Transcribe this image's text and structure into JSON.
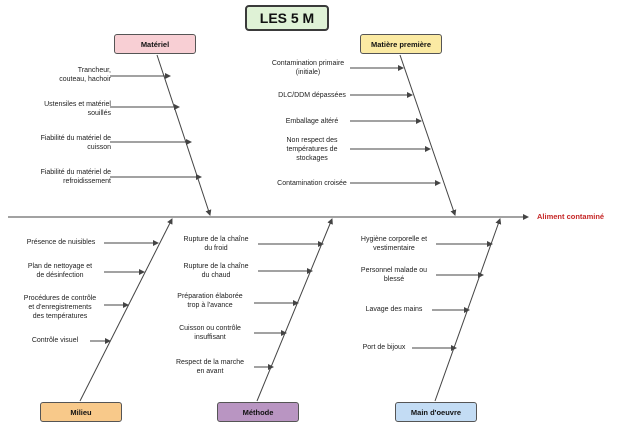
{
  "title": "LES 5 M",
  "result": "Aliment contaminé",
  "categories": {
    "materiel": {
      "label": "Matériel",
      "causes": [
        "Trancheur,\ncouteau, hachoir",
        "Ustensiles et matériel\nsouillés",
        "Fiabilité du matériel de\ncuisson",
        "Fiabilité du matériel de\nrefroidissement"
      ]
    },
    "matiere": {
      "label": "Matière première",
      "causes": [
        "Contamination primaire\n(initiale)",
        "DLC/DDM dépassées",
        "Emballage altéré",
        "Non respect des\ntempératures de\nstockages",
        "Contamination croisée"
      ]
    },
    "milieu": {
      "label": "Milieu",
      "causes": [
        "Présence de nuisibles",
        "Plan de nettoyage et\nde désinfection",
        "Procédures de contrôle\net d'enregistrements\ndes températures",
        "Contrôle visuel"
      ]
    },
    "methode": {
      "label": "Méthode",
      "causes": [
        "Rupture de la chaîne\ndu froid",
        "Rupture de la chaîne\ndu chaud",
        "Préparation élaborée\ntrop à l'avance",
        "Cuisson ou contrôle\ninsuffisant",
        "Respect de la marche\nen avant"
      ]
    },
    "main": {
      "label": "Main d'oeuvre",
      "causes": [
        "Hygiène corporelle et\nvestimentaire",
        "Personnel malade ou\nblessé",
        "Lavage des mains",
        "Port de bijoux"
      ]
    }
  },
  "colors": {
    "title_bg": "#dff2d6",
    "materiel": "#f8cfd4",
    "matiere": "#fbeaa3",
    "milieu": "#f8c98a",
    "methode": "#b995c2",
    "main": "#c3dcf4",
    "result_text": "#c62828",
    "line": "#444444"
  }
}
